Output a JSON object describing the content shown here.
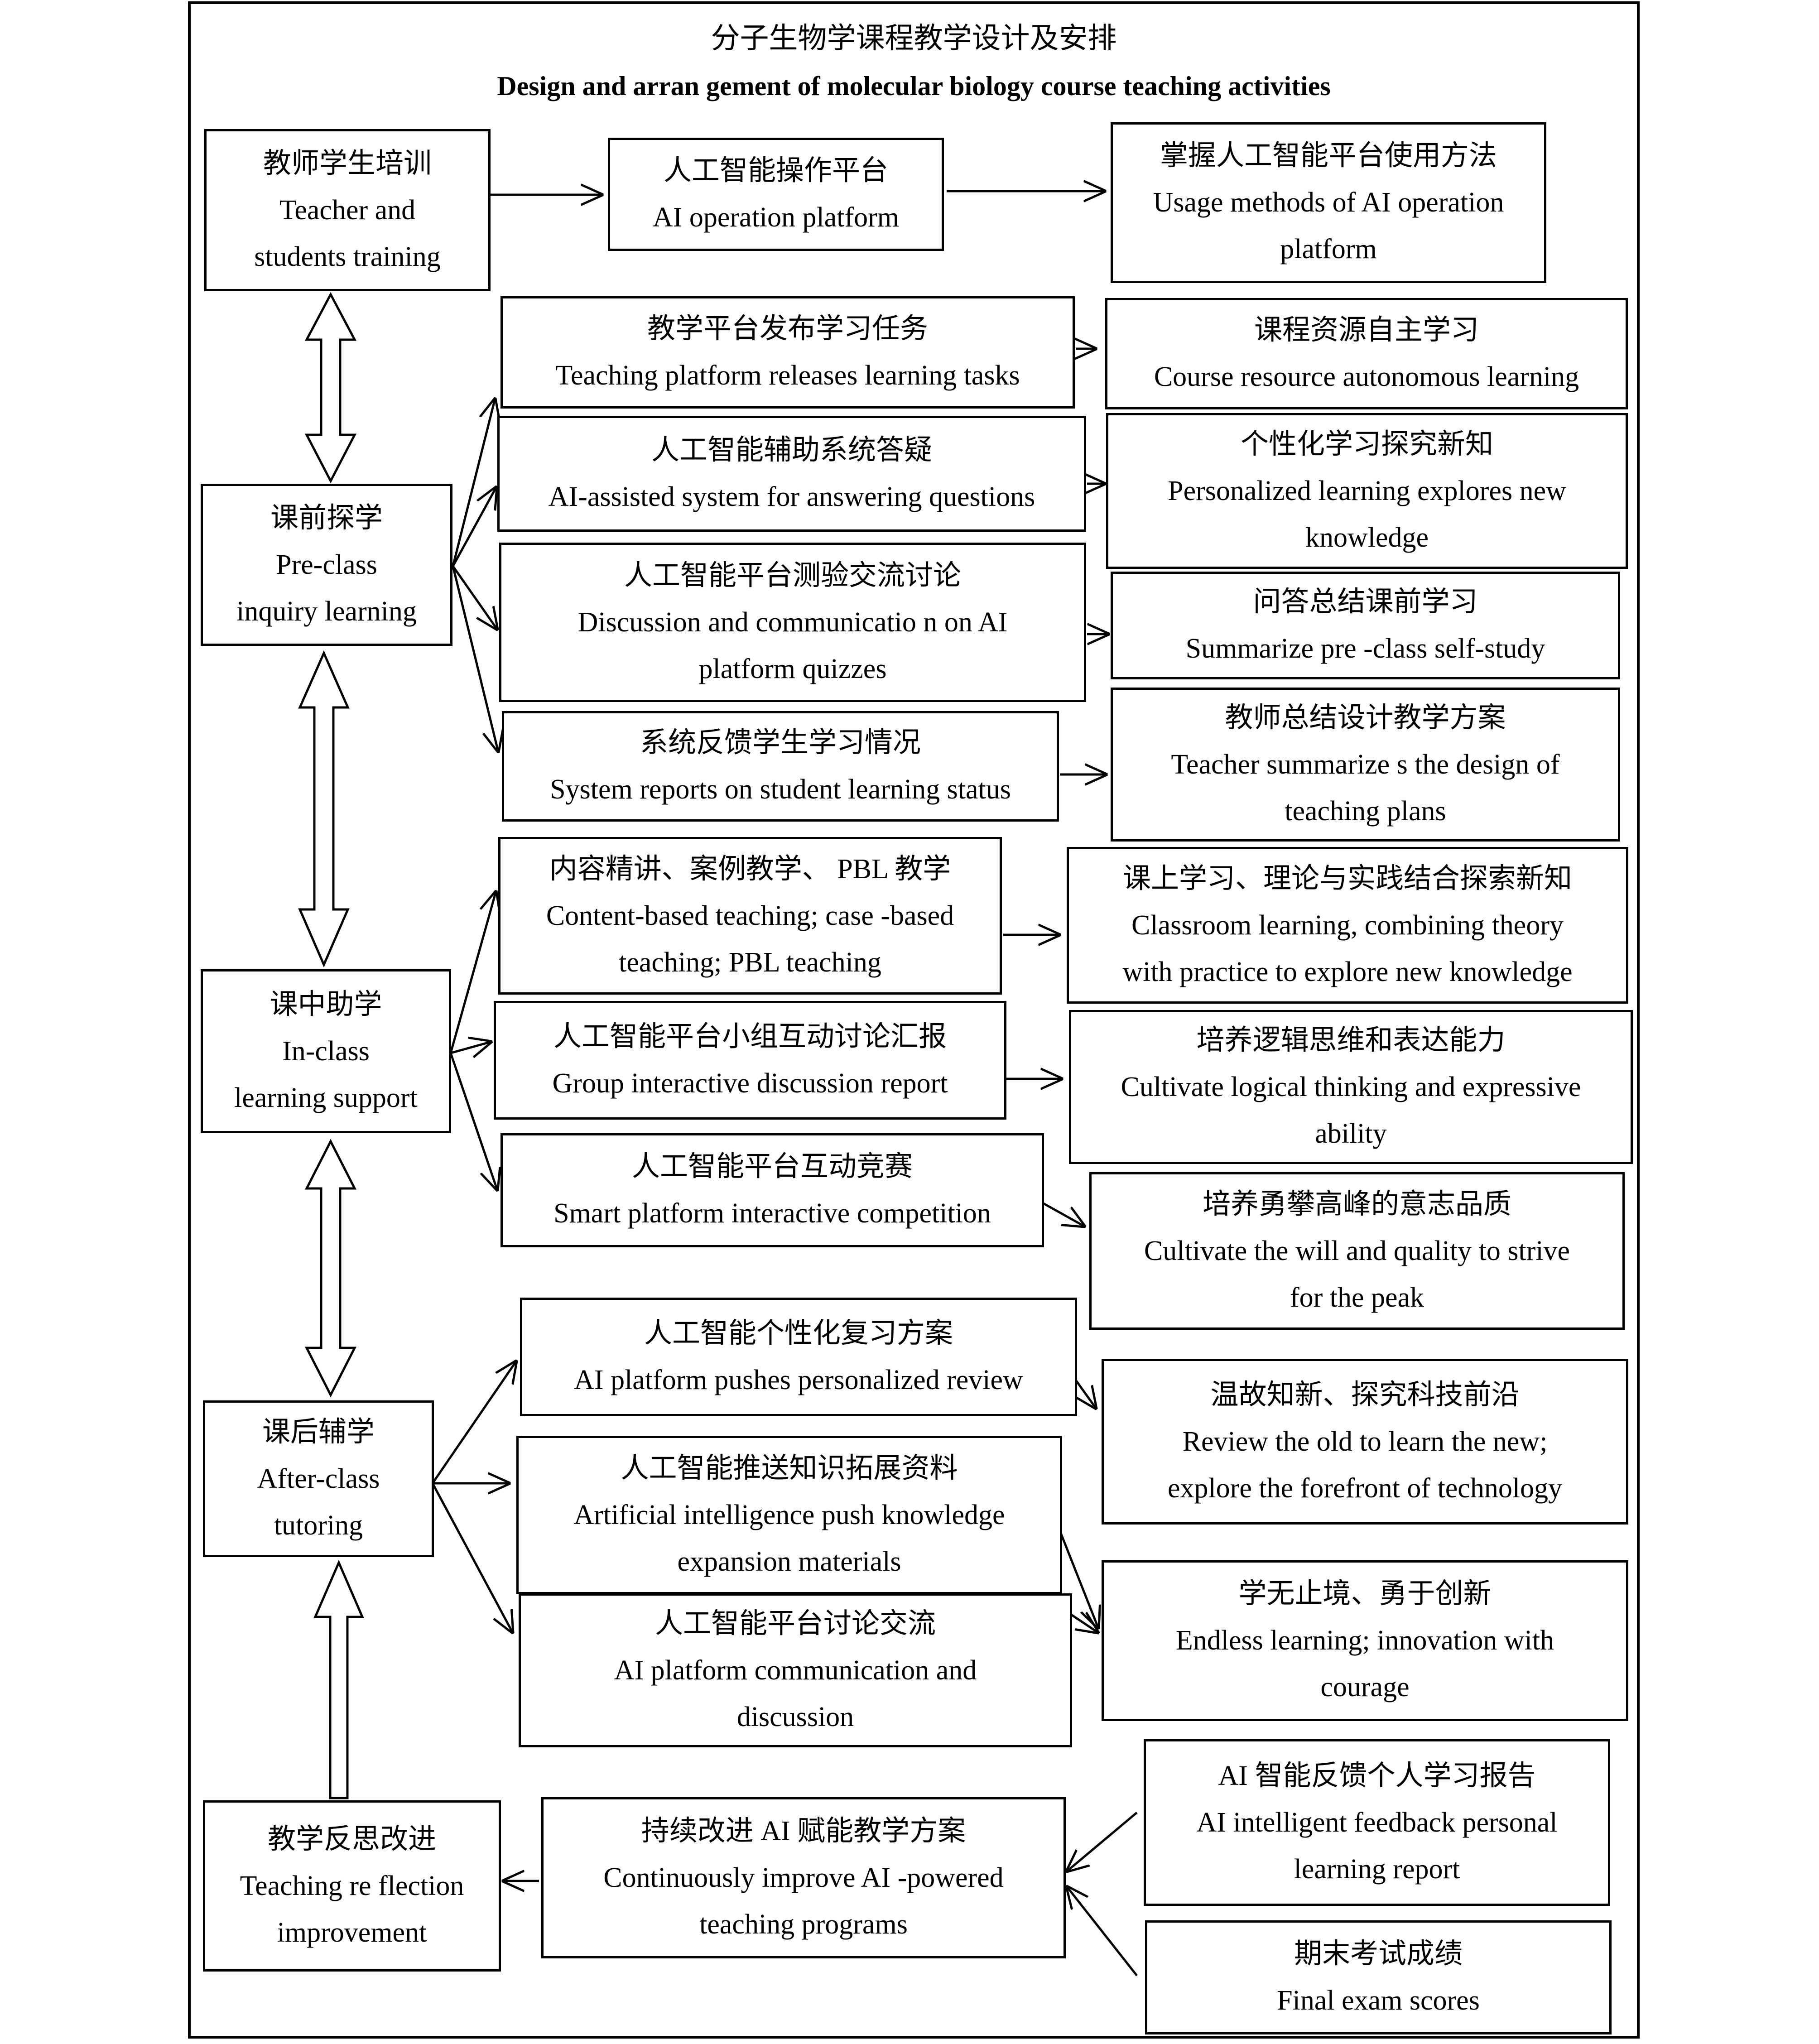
{
  "title": {
    "zh": "分子生物学课程教学设计及安排",
    "en": "Design and arran gement of molecular  biology  course teaching activities"
  },
  "stages": {
    "training": {
      "zh": "教师学生培训",
      "en": [
        "Teacher and",
        "students training"
      ]
    },
    "preclass": {
      "zh": "课前探学",
      "en": [
        "Pre-class",
        "inquiry learning"
      ]
    },
    "inclass": {
      "zh": "课中助学",
      "en": [
        "In-class",
        "learning support"
      ]
    },
    "afterclass": {
      "zh": "课后辅学",
      "en": [
        "After-class",
        "tutoring"
      ]
    },
    "reflection": {
      "zh": "教学反思改进",
      "en": [
        "Teaching re flection",
        "improvement"
      ]
    }
  },
  "training_row": {
    "platform": {
      "zh": "人工智能操作平台",
      "en": [
        "AI operation platform"
      ]
    },
    "usage": {
      "zh": "掌握人工智能平台使用方法",
      "en": [
        "Usage methods of AI  operation",
        "platform"
      ]
    }
  },
  "preclass_rows": [
    {
      "activity": {
        "zh": "教学平台发布学习任务",
        "en": [
          "Teaching platform releases learning tasks"
        ]
      },
      "outcome": {
        "zh": "课程资源自主学习",
        "en": [
          "Course resource autonomous learning"
        ]
      }
    },
    {
      "activity": {
        "zh": "人工智能辅助系统答疑",
        "en": [
          "AI-assisted system for  answering  questions"
        ]
      },
      "outcome": {
        "zh": "个性化学习探究新知",
        "en": [
          "Personalized learning explores new",
          "knowledge"
        ]
      }
    },
    {
      "activity": {
        "zh": "人工智能平台测验交流讨论",
        "en": [
          "Discussion and communicatio n on AI",
          "platform quizzes"
        ]
      },
      "outcome": {
        "zh": "问答总结课前学习",
        "en": [
          "Summarize pre -class self-study"
        ]
      }
    },
    {
      "activity": {
        "zh": "系统反馈学生学习情况",
        "en": [
          "System reports on student learning status"
        ]
      },
      "outcome": {
        "zh": "教师总结设计教学方案",
        "en": [
          "Teacher summarize s the design of",
          "teaching plans"
        ]
      }
    }
  ],
  "inclass_rows": [
    {
      "activity": {
        "zh": "内容精讲、案例教学、 PBL  教学",
        "en": [
          "Content-based teaching; case -based",
          "teaching; PBL teaching"
        ]
      },
      "outcome": {
        "zh": "课上学习、理论与实践结合探索新知",
        "en": [
          "Classroom learning, combining theory",
          "with practice to explore new knowledge"
        ]
      }
    },
    {
      "activity": {
        "zh": "人工智能平台小组互动讨论汇报",
        "en": [
          "Group interactive discussion report"
        ]
      },
      "outcome": {
        "zh": "培养逻辑思维和表达能力",
        "en": [
          "Cultivate logical thinking and expressive",
          "ability"
        ]
      }
    },
    {
      "activity": {
        "zh": "人工智能平台互动竞赛",
        "en": [
          "Smart platform interactive competition"
        ]
      },
      "outcome": {
        "zh": "培养勇攀高峰的意志品质",
        "en": [
          "Cultivate the will and quality to strive",
          "for the peak"
        ]
      }
    }
  ],
  "afterclass_rows": [
    {
      "activity": {
        "zh": "人工智能个性化复习方案",
        "en": [
          "AI platform pushes personalized review"
        ]
      }
    },
    {
      "activity": {
        "zh": "人工智能推送知识拓展资料",
        "en": [
          "Artificial intelligence push knowledge",
          "expansion materials"
        ]
      }
    },
    {
      "activity": {
        "zh": "人工智能平台讨论交流",
        "en": [
          "AI platform communication and",
          "discussion"
        ]
      }
    }
  ],
  "afterclass_outcomes": [
    {
      "zh": "温故知新、探究科技前沿",
      "en": [
        "Review the old to learn the new;",
        "explore the forefront of technology"
      ]
    },
    {
      "zh": "学无止境、勇于创新",
      "en": [
        "Endless learning; innovation with",
        "courage"
      ]
    }
  ],
  "reflection_row": {
    "improve": {
      "zh": "持续改进  AI  赋能教学方案",
      "en": [
        "Continuously improve AI -powered",
        "teaching programs"
      ]
    },
    "feedback": {
      "zh": "AI  智能反馈个人学习报告",
      "en": [
        "AI intelligent feedback personal",
        "learning report"
      ]
    },
    "exam": {
      "zh": "期末考试成绩",
      "en": [
        "Final exam scores"
      ]
    }
  }
}
